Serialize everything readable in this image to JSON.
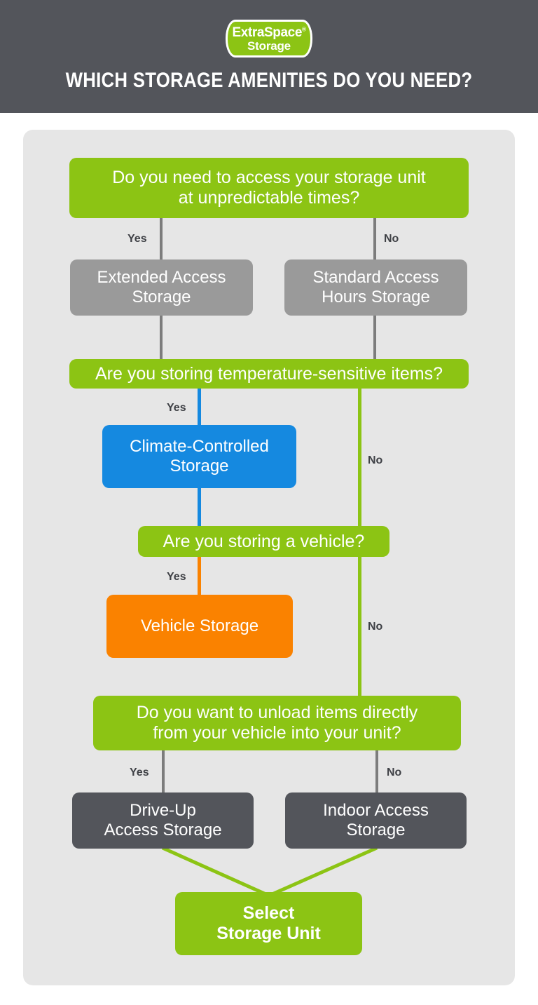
{
  "header": {
    "logo": {
      "line1": "ExtraSpace",
      "trademark": "®",
      "line2": "Storage",
      "name": "extra-space-storage-logo"
    },
    "title": "WHICH STORAGE AMENITIES DO YOU NEED?",
    "bg_color": "#53555b"
  },
  "colors": {
    "green": "#8cc414",
    "blue": "#1589e0",
    "orange": "#fa8200",
    "gray_medium": "#9a9a9a",
    "gray_dark": "#53555b",
    "panel_bg": "#e6e6e6",
    "connector_gray": "#7c7c7c",
    "label_text": "#3f4146"
  },
  "flowchart": {
    "type": "decision-flowchart",
    "nodes": [
      {
        "id": "q1",
        "kind": "question",
        "color": "green",
        "text_lines": [
          "Do you need to access your storage unit",
          "at unpredictable times?"
        ]
      },
      {
        "id": "a1yes",
        "kind": "outcome",
        "color": "gray_medium",
        "text_lines": [
          "Extended Access",
          "Storage"
        ]
      },
      {
        "id": "a1no",
        "kind": "outcome",
        "color": "gray_medium",
        "text_lines": [
          "Standard Access",
          "Hours Storage"
        ]
      },
      {
        "id": "q2",
        "kind": "question",
        "color": "green",
        "text_lines": [
          "Are you storing temperature-sensitive items?"
        ]
      },
      {
        "id": "a2yes",
        "kind": "outcome",
        "color": "blue",
        "text_lines": [
          "Climate-Controlled",
          "Storage"
        ]
      },
      {
        "id": "q3",
        "kind": "question",
        "color": "green",
        "text_lines": [
          "Are you storing a vehicle?"
        ]
      },
      {
        "id": "a3yes",
        "kind": "outcome",
        "color": "orange",
        "text_lines": [
          "Vehicle Storage"
        ]
      },
      {
        "id": "q4",
        "kind": "question",
        "color": "green",
        "text_lines": [
          "Do you want to unload items directly",
          "from your vehicle into your unit?"
        ]
      },
      {
        "id": "a4yes",
        "kind": "outcome",
        "color": "gray_dark",
        "text_lines": [
          "Drive-Up",
          "Access Storage"
        ]
      },
      {
        "id": "a4no",
        "kind": "outcome",
        "color": "gray_dark",
        "text_lines": [
          "Indoor Access",
          "Storage"
        ]
      },
      {
        "id": "final",
        "kind": "terminal",
        "color": "green",
        "text_lines": [
          "Select",
          "Storage Unit"
        ]
      }
    ],
    "branch_labels": {
      "q1_yes": "Yes",
      "q1_no": "No",
      "q2_yes": "Yes",
      "q2_no": "No",
      "q3_yes": "Yes",
      "q3_no": "No",
      "q4_yes": "Yes",
      "q4_no": "No"
    }
  }
}
